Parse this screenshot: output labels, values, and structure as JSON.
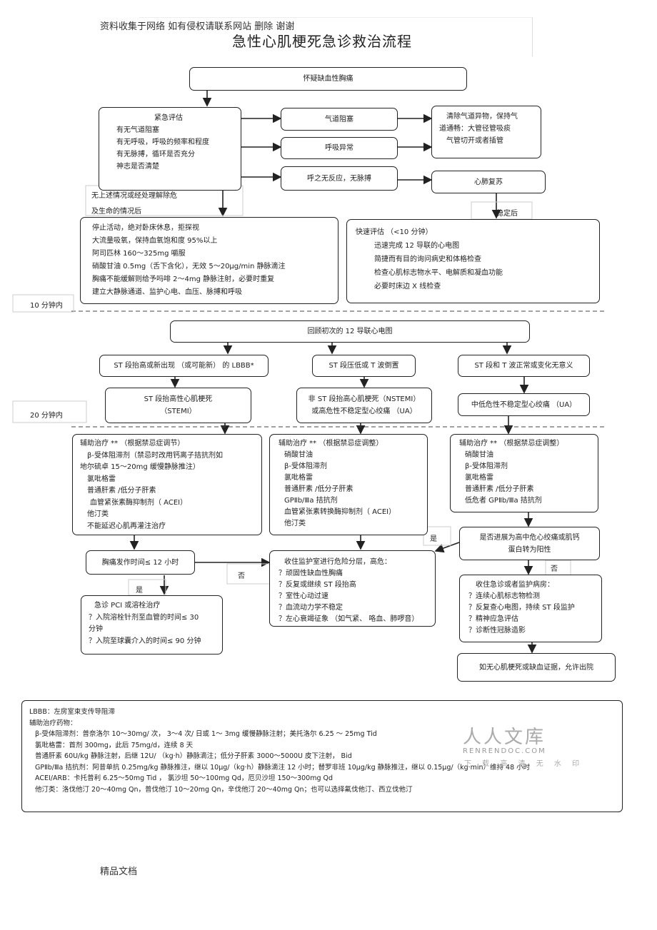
{
  "header": {
    "note": "资料收集于网络    如有侵权请联系网站    删除  谢谢",
    "title": "急性心肌梗死急诊救治流程",
    "footer": "精品文档"
  },
  "nodes": {
    "suspect": "怀疑缺血性胸痛",
    "emergency": [
      "紧急评估",
      "有无气道阻塞",
      "有无呼吸，呼吸的频率和程度",
      "有无脉搏，循环是否充分",
      "神志是否清楚"
    ],
    "airway_block": "气道阻塞",
    "airway_action": [
      "清除气道异物，保持气",
      "道通畅：大管径管吸痰",
      "气管切开或者插管"
    ],
    "breath_abnormal": "呼吸异常",
    "no_response": "呼之无反应，无脉搏",
    "cpr": "心肺复苏",
    "no_issue_note": [
      "无上述情况或经处理解除危",
      "及生命的情况后"
    ],
    "stable": "稳定后",
    "initial_treatment": [
      "停止活动，绝对卧床休息，拒探视",
      "大流量吸氧，保持血氧饱和度    95%以上",
      "阿司匹林  160～325mg 嚼服",
      "硝酸甘油  0.5mg（舌下含化），无效 5～20μg/min 静脉滴注",
      "胸痛不能缓解则给予吗啡  2～4mg 静脉注射，必要时重复",
      "建立大静脉通道、监护心电、血压、脉搏和呼吸"
    ],
    "quick_eval": [
      "快速评估  （<10 分钟）",
      "迅速完成  12 导联的心电图",
      "简捷而有目的询问病史和体格检查",
      "检查心肌标志物水平、电解质和凝血功能",
      "必要时床边  X 线检查"
    ],
    "time10": "10  分钟内",
    "ecg_review": "回顾初次的   12 导联心电图",
    "st_elev": "ST 段抬高或新出现  （或可能新）  的 LBBB*",
    "st_dep": "ST 段压低或 T 波倒置",
    "st_normal": "ST 段和 T 波正常或变化无意义",
    "stemi": [
      "ST 段抬高性心肌梗死",
      "（STEMI）"
    ],
    "nstemi": [
      "非 ST 段抬高心肌梗死（NSTEMI）",
      "或高危性不稳定型心绞痛  （UA）"
    ],
    "ua_low": "中低危性不稳定型心绞痛  （UA）",
    "time20": "20  分钟内",
    "adj_left": [
      "辅助治疗 ** （根据禁忌症调节）",
      "β-受体阻滞剂（禁忌时改用钙离子拮抗剂如",
      "地尔硫卓  15～20mg 缓慢静脉推注）",
      "氯吡格雷",
      "普通肝素 /低分子肝素",
      "血管紧张素酶抑制剂（  ACEI）",
      "他汀类",
      "不能延迟心肌再灌注治疗"
    ],
    "adj_mid": [
      "辅助治疗 ** （根据禁忌症调整）",
      "硝酸甘油",
      "β-受体阻滞剂",
      "氯吡格雷",
      "普通肝素 /低分子肝素",
      "GPⅡb/Ⅲa 拮抗剂",
      "血管紧张素转换酶抑制剂（  ACEI）",
      "他汀类"
    ],
    "adj_right": [
      "辅助治疗 ** （根据禁忌症调整）",
      "硝酸甘油",
      "β-受体阻滞剂",
      "氯吡格雷",
      "普通肝素 /低分子肝素",
      "低危者 GPⅡb/Ⅲa 拮抗剂"
    ],
    "pain_time": "胸痛发作时间≤  12 小时",
    "yes": "是",
    "no": "否",
    "pci": [
      "急诊 PCI 或溶栓治疗",
      "？入院溶栓针剂至血管的时间≤   30",
      "分钟",
      "？入院至球囊介入的时间≤    90 分钟"
    ],
    "monitor_high": [
      "收住监护室进行危险分层，高危：",
      "？顽固性缺血性胸痛",
      "？反复或继续  ST 段抬高",
      "？室性心动过速",
      "？血流动力学不稳定",
      "？左心衰竭征象  （如气紧、 咯血、肺啰音）"
    ],
    "progress_q": [
      "是否进展为高中危心绞痛或肌钙",
      "蛋白转为阳性"
    ],
    "monitor_low": [
      "收住急诊或者监护病房：",
      "？连续心肌标志物检测",
      "？反复查心电图，持续  ST 段监护",
      "？精神应急评估",
      "？诊断性冠脉造影"
    ],
    "discharge": "如无心肌梗死或缺血证据，允许出院"
  },
  "legend": [
    "LBBB：左房室束支传导阻滞",
    "辅助治疗药物：",
    "  β-受体阻滞剂：普奈洛尔  10～30mg/ 次， 3～4 次/ 日或 1～ 3mg 缓慢静脉注射；美托洛尔       6.25 ～ 25mg Tid",
    "  氯吡格雷：首剂   300mg，此后  75mg/d，连续  8 天",
    "  普通肝素  60U/kg 静脉注射，后继    12U/ （kg·h）静脉滴注；低分子肝素     3000～5000U 皮下注射， Bid",
    "   GPⅡb/Ⅲa 拮抗剂：阿昔单抗    0.25mg/kg 静脉推注，继以   10μg/（kg·h）静脉滴注 12 小时；替罗非班   10μg/kg 静脉推注，继以  0.15μg/（kg·min）维持 48 小时",
    "  ACEI/ARB：卡托普利  6.25～50mg Tid ， 氯沙坦  50～100mg Qd，厄贝沙坦     150～300mg Qd",
    "  他汀类：洛伐他汀    20～40mg Qn，普伐他汀     10～20mg Qn，辛伐他汀   20～40mg Qn；也可以选择氟伐他汀、西立伐他汀"
  ],
  "watermark": {
    "brand": "人人文库",
    "url": "RENRENDOC.COM",
    "tagline": "下 载 高 清 无 水 印"
  }
}
